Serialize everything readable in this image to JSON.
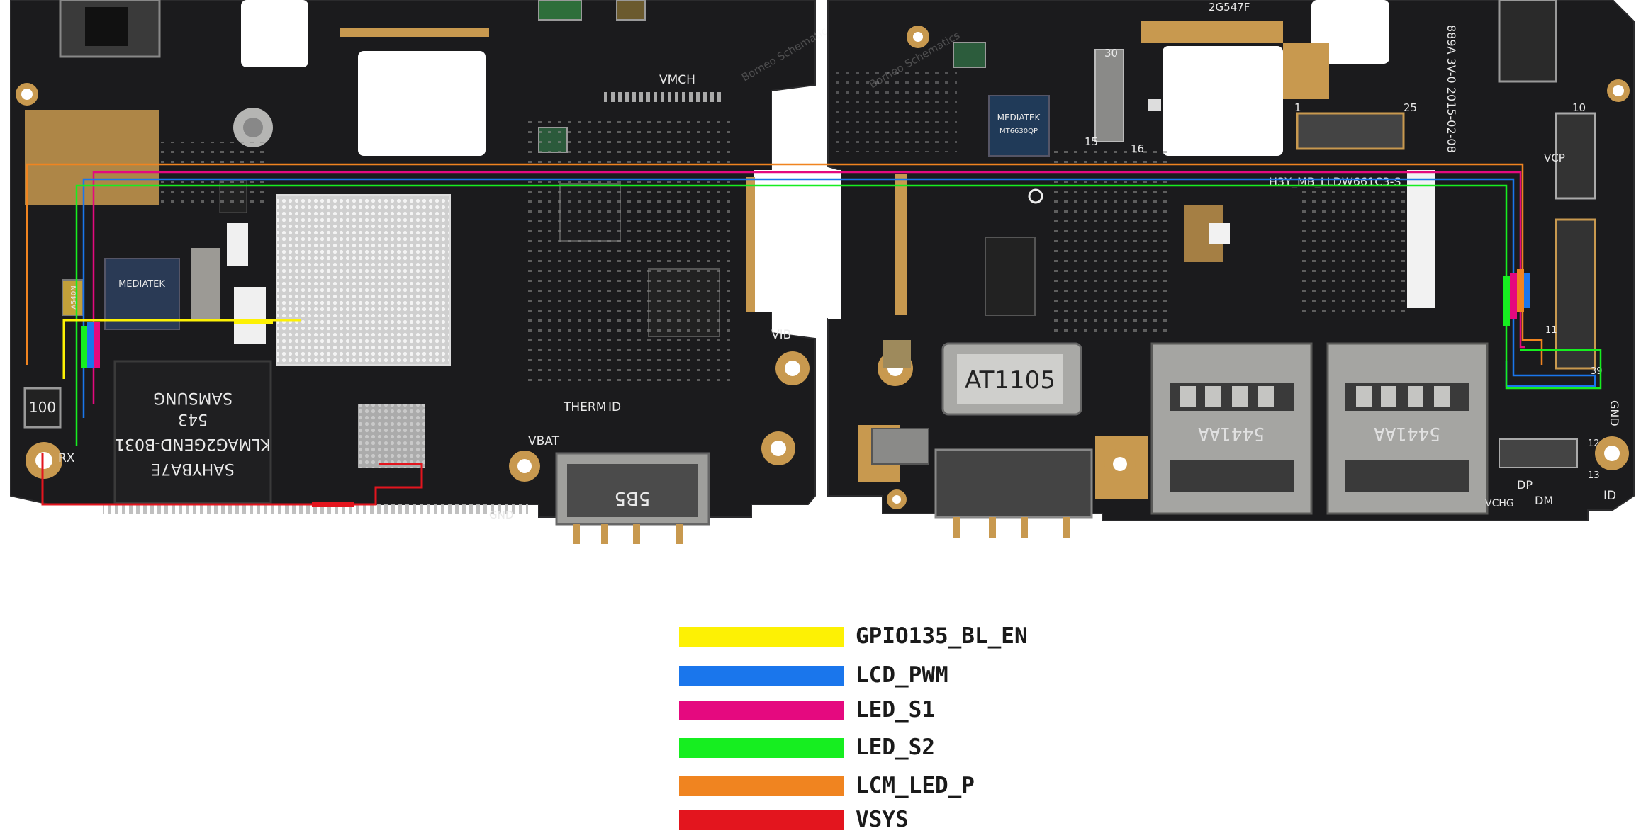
{
  "board_labels": {
    "chip_memory": [
      "SAMSUNG",
      "543",
      "KLMAG2GEND-B031",
      "SAHYBA7E"
    ],
    "chip_mediatek_left": "MEDIATEK",
    "chip_mediatek_right": "MEDIATEK",
    "chip_mediatek_right_part": "MT6630QP",
    "coil": "100",
    "rx": "RX",
    "vmch": "VMCH",
    "vib": "VIB",
    "therm": "THERM",
    "id_left": "ID",
    "vbat": "VBAT",
    "gnd_left": "GND",
    "connector_left": "5B5",
    "at_chip": "AT1105",
    "board_code": "H3Y_MB_LLDW661C3-S",
    "date_code": "889A 3V-0 2015-02-08",
    "sim_left": "5441AA",
    "sim_right": "5441AA",
    "gnd_right": "GND",
    "id_right": "ID",
    "dp": "DP",
    "dm": "DM",
    "vchg": "VCHG",
    "vcp": "VCP",
    "top_code": "2G547F",
    "pin_1": "1",
    "pin_25": "25",
    "pin_10": "10",
    "pin_15": "15",
    "pin_16": "16",
    "pin_30": "30",
    "pin_11": "11",
    "pin_39": "39",
    "pin_12": "12",
    "pin_13": "13",
    "watermark": "Borneo Schematics",
    "ic_left_side": "A540N"
  },
  "legend": [
    {
      "label": "GPIO135_BL_EN",
      "color": "#fdf104"
    },
    {
      "label": "LCD_PWM",
      "color": "#1a76ec"
    },
    {
      "label": "LED_S1",
      "color": "#e5097f"
    },
    {
      "label": "LED_S2",
      "color": "#16ee20"
    },
    {
      "label": "LCM_LED_P",
      "color": "#f08420"
    },
    {
      "label": "VSYS",
      "color": "#e3151e"
    }
  ],
  "colors": {
    "pcb": "#1b1b1d",
    "pcb_edge": "#2b2b2d",
    "gold": "#c8994f",
    "silk": "#e9e9e9",
    "metal": "#a9a9a6"
  }
}
